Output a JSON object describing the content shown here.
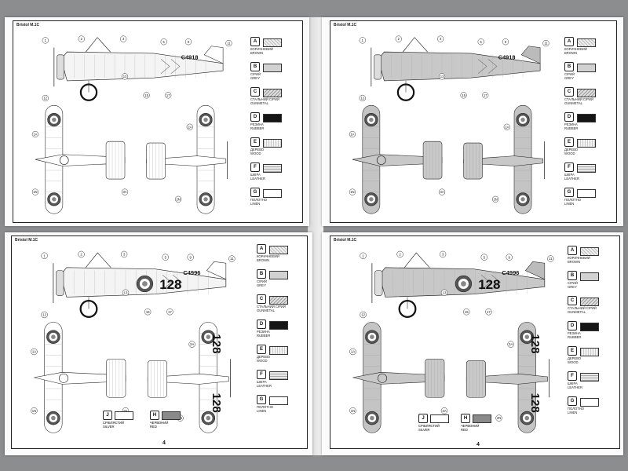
{
  "page": {
    "title": "Bristol M.1C"
  },
  "pages": [
    {
      "id": "top-left",
      "title": "Bristol M.1C",
      "serial": "C4918",
      "number": "",
      "show_number": false,
      "large_legend": true,
      "extra_legend": false
    },
    {
      "id": "top-right",
      "title": "Bristol M.1C",
      "serial": "C4918",
      "number": "",
      "show_number": false,
      "large_legend": true,
      "extra_legend": false
    },
    {
      "id": "bottom-left",
      "title": "Bristol M.1C",
      "serial": "C4996",
      "number": "128",
      "show_number": true,
      "large_legend": true,
      "extra_legend": true
    },
    {
      "id": "bottom-right",
      "title": "Bristol M.1C",
      "serial": "C4996",
      "number": "128",
      "show_number": true,
      "large_legend": true,
      "extra_legend": true
    }
  ],
  "legend": [
    {
      "code": "A",
      "ua": "КОРИЧНЕВИЙ",
      "en": "BROWN",
      "class": "sw-a"
    },
    {
      "code": "B",
      "ua": "СІРИЙ",
      "en": "GREY",
      "class": "sw-b"
    },
    {
      "code": "C",
      "ua": "СТАЛЬНИЙ СІРИЙ",
      "en": "GUNMETAL",
      "class": "sw-c"
    },
    {
      "code": "D",
      "ua": "РЕЗИНА",
      "en": "RUBBER",
      "class": "sw-d"
    },
    {
      "code": "E",
      "ua": "ДЕРЕВО",
      "en": "WOOD",
      "class": "sw-e"
    },
    {
      "code": "F",
      "ua": "ШКІРА",
      "en": "LEATHER",
      "class": "sw-f"
    },
    {
      "code": "G",
      "ua": "ПОЛОТНО",
      "en": "LINEN",
      "class": "sw-g"
    }
  ],
  "extra_legend": [
    {
      "code": "J",
      "ua": "СРІБЛЯСТИЙ",
      "en": "SILVER",
      "class": "sw-j"
    },
    {
      "code": "H",
      "ua": "ЧЕРВОНИЙ",
      "en": "RED",
      "class": "sw-h"
    }
  ],
  "page_number": "4",
  "callouts": [
    "1",
    "2",
    "3",
    "5",
    "9",
    "11",
    "12",
    "13",
    "15",
    "17",
    "1A",
    "1N",
    "2A",
    "2N",
    "3A"
  ]
}
